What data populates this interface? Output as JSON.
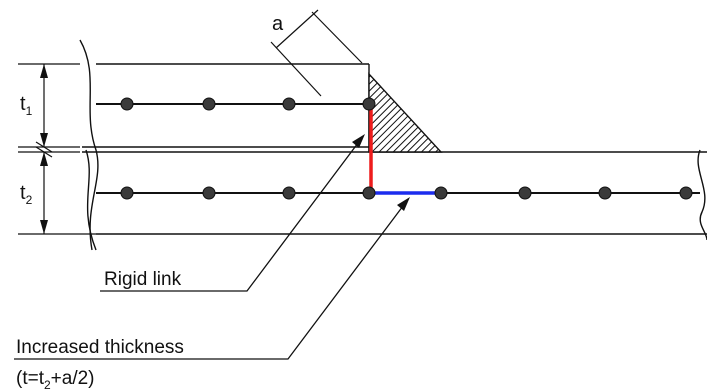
{
  "labels": {
    "dim_a": "a",
    "t1_base": "t",
    "t1_sub": "1",
    "t2_base": "t",
    "t2_sub": "2",
    "rigid_link": "Rigid link",
    "increased_thickness": "Increased thickness",
    "formula_open": "(t=t",
    "formula_sub": "2",
    "formula_close": "+a/2)"
  },
  "colors": {
    "line": "#111111",
    "rigid_link": "#ee1c1c",
    "increased_link": "#1c2cee",
    "node": "#3a3a3a"
  }
}
